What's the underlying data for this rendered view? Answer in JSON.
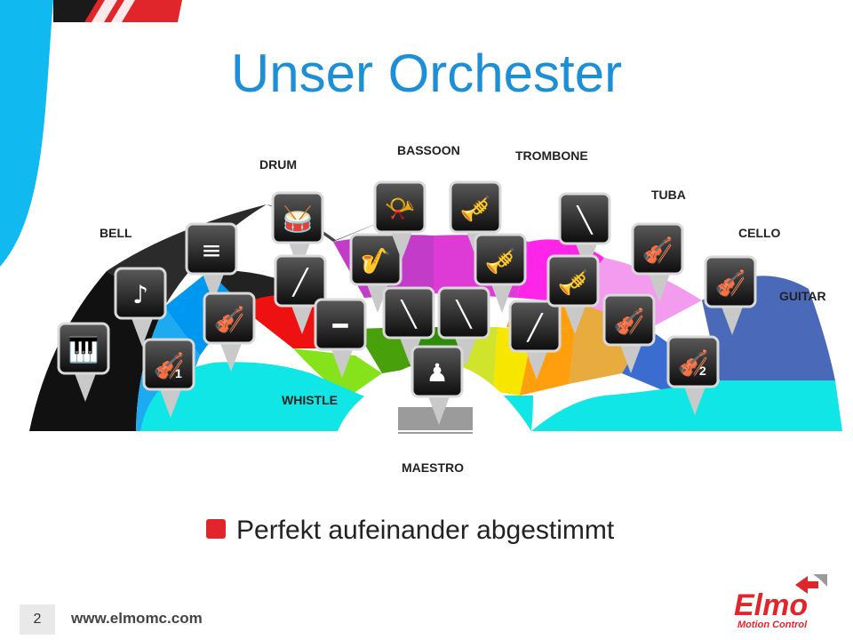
{
  "slide": {
    "title": "Unser Orchester",
    "bullet": "Perfekt aufeinander abgestimmt",
    "page_number": "2",
    "website": "www.elmomc.com"
  },
  "logo": {
    "name": "Elmo",
    "tagline": "Motion Control"
  },
  "labels": {
    "bell": "BELL",
    "drum": "DRUM",
    "bassoon": "BASSOON",
    "trombone": "TROMBONE",
    "tuba": "TUBA",
    "cello": "CELLO",
    "guitar": "GUITAR",
    "whistle": "WHISTLE",
    "maestro": "MAESTRO"
  },
  "badges": {
    "violin_left": "1",
    "violin_right": "2"
  },
  "icons": [
    "grand-piano-icon",
    "harp-icon",
    "violin-icon",
    "xylophone-icon",
    "violin-icon",
    "timpani-icon",
    "clarinet-icon",
    "flute-icon",
    "saxophone-icon",
    "french-horn-icon",
    "oboe-icon",
    "tuba-icon",
    "bassoon-icon",
    "trumpet-icon",
    "trombone-icon",
    "contrabassoon-icon",
    "trumpet-icon",
    "viola-icon",
    "double-bass-icon",
    "violin-icon",
    "conductor-icon"
  ],
  "colors": {
    "title": "#1d8fd6",
    "accent": "#e0262b",
    "sidebar": "#10b9ef"
  }
}
